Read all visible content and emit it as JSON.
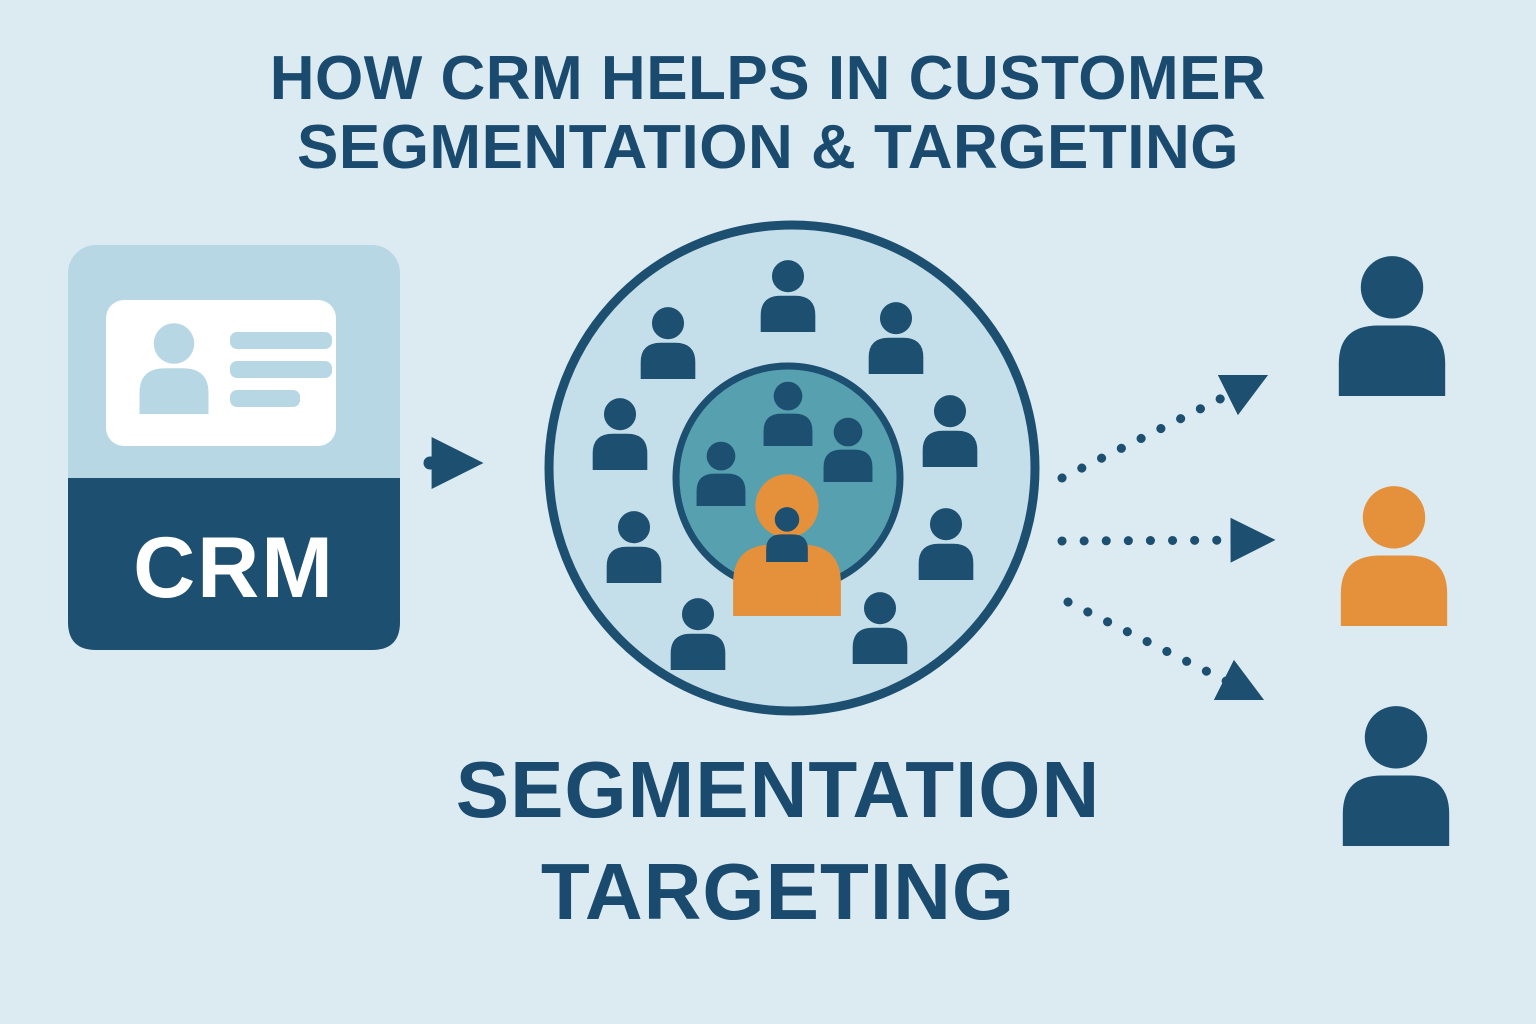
{
  "title": {
    "line1": "HOW CRM HELPS IN CUSTOMER",
    "line2": "SEGMENTATION & TARGETING"
  },
  "crm_card": {
    "label": "CRM"
  },
  "labels": {
    "segmentation": "SEGMENTATION",
    "targeting": "TARGETING"
  },
  "audience_circle": {
    "outer_person_count": 9,
    "inner_segment_person_count": 3,
    "highlighted_person_count": 1
  },
  "targets": [
    {
      "name": "target-person-1",
      "color": "dark_blue"
    },
    {
      "name": "target-person-2",
      "color": "orange"
    },
    {
      "name": "target-person-3",
      "color": "dark_blue"
    }
  ],
  "icons": {
    "crm_card": "id-card-icon",
    "audience_member": "person-icon",
    "highlighted_customer": "highlighted-person-icon",
    "flow_arrow": "right-arrow-icon",
    "targeting_arrows": "dotted-arrow-icon"
  },
  "colors": {
    "background": "#dcebf2",
    "dark_blue": "#1c4f70",
    "title_blue": "#1a4a6d",
    "light_blue": "#b7d7e4",
    "circle_fill": "#c4deea",
    "teal": "#57a0af",
    "orange": "#e5913b",
    "white": "#ffffff"
  }
}
